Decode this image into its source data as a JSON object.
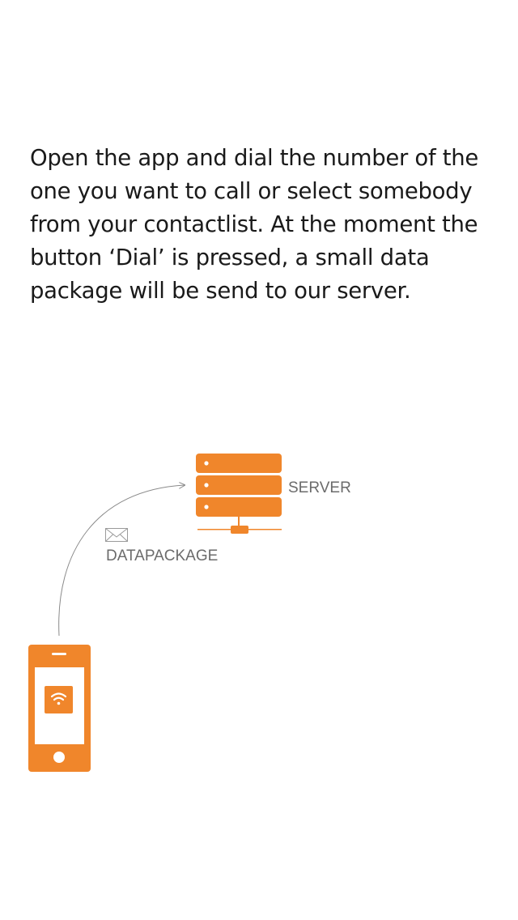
{
  "intro": {
    "lines": [
      "Open the app and dial the number of the",
      "one you want to call or select somebody",
      "from your contactlist. At the moment the",
      "button ‘Dial’ is pressed, a small data",
      "package will be send to our server."
    ]
  },
  "diagram": {
    "server_label": "SERVER",
    "datapackage_label": "DATAPACKAGE",
    "icons": [
      "server-icon",
      "envelope-icon",
      "phone-icon",
      "wifi-icon"
    ],
    "colors": {
      "accent": "#F0862B",
      "label": "#6B6B6B",
      "arrow": "#8A8A8A",
      "text": "#1A1A1A"
    }
  }
}
